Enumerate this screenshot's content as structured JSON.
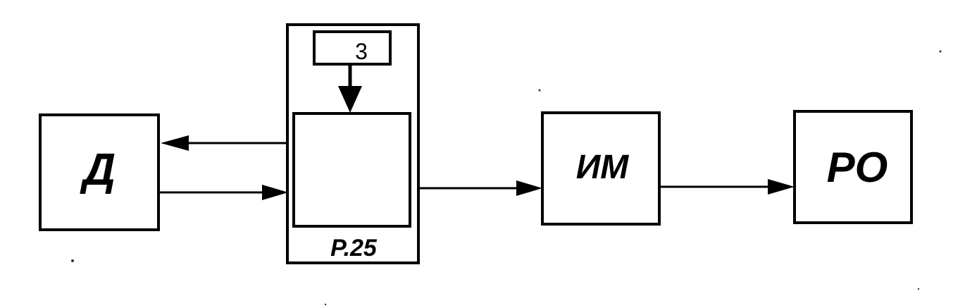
{
  "blocks": {
    "sensor": {
      "label": "Д"
    },
    "setpoint": {
      "label": "3"
    },
    "regulator": {
      "label": "Р.25"
    },
    "actuator": {
      "label": "ИМ"
    },
    "regulating_organ": {
      "label": "РО"
    }
  },
  "colors": {
    "stroke": "#000000",
    "background": "#ffffff"
  }
}
